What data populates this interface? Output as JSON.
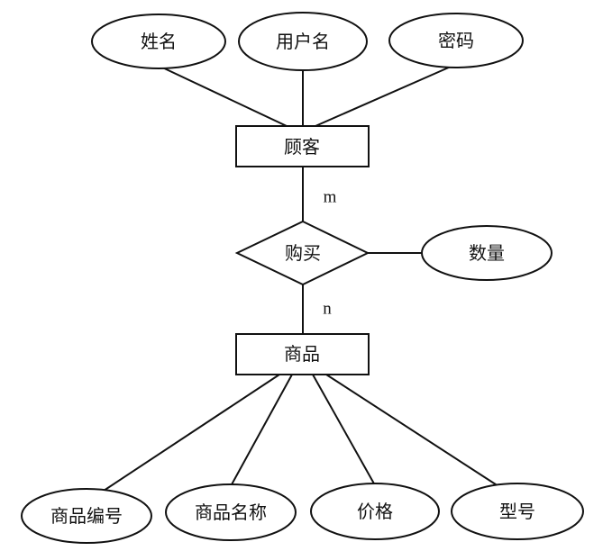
{
  "entities": {
    "customer": "顾客",
    "product": "商品"
  },
  "relationship": {
    "purchase": "购买"
  },
  "attributes": {
    "name": "姓名",
    "username": "用户名",
    "password": "密码",
    "quantity": "数量",
    "product_id": "商品编号",
    "product_name": "商品名称",
    "price": "价格",
    "model": "型号"
  },
  "cardinality": {
    "customer_side": "m",
    "product_side": "n"
  }
}
